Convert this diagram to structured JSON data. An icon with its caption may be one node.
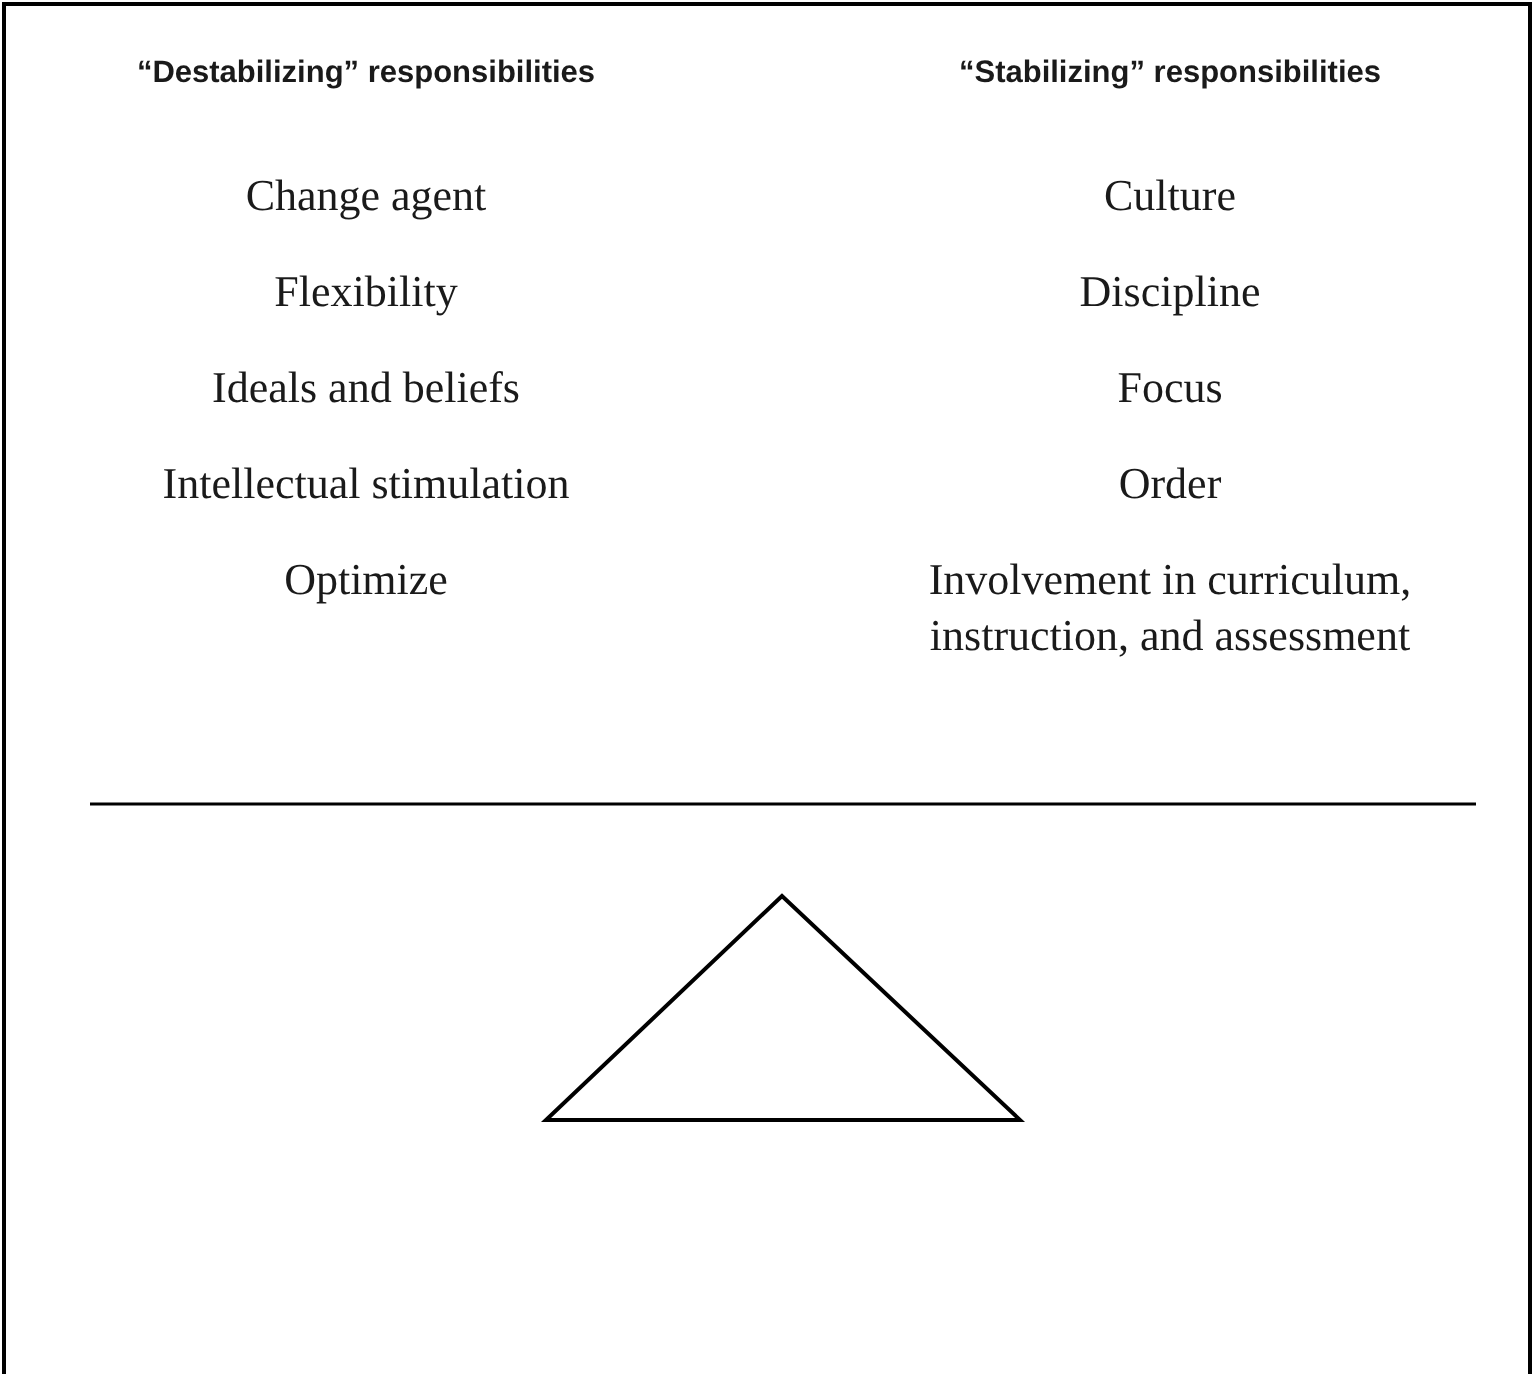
{
  "diagram": {
    "labels": [
      "“Destabilizing” responsibilities",
      "“Stabilizing” responsibilities",
      "Change agent",
      "Culture",
      "Flexibility",
      "Discipline",
      "Ideals and beliefs",
      "Focus",
      "Intellectual stimulation",
      "Order",
      "Optimize",
      "Involvement in curriculum, instruction, and assessment"
    ]
  }
}
